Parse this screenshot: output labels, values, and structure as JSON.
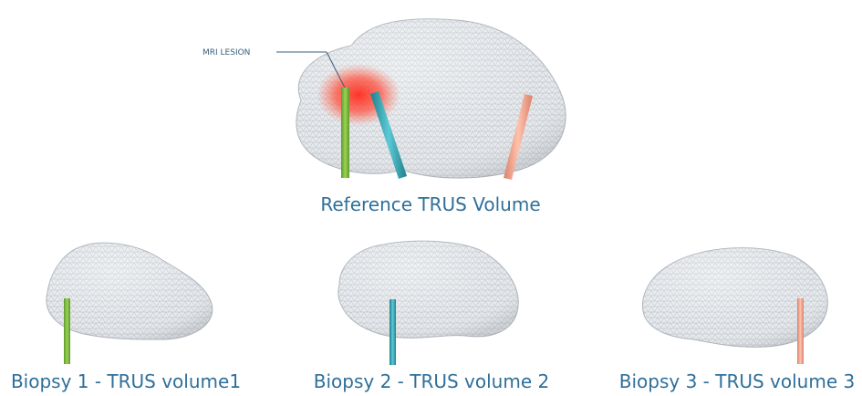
{
  "annotations": {
    "lesion_callout": "MRI LESION"
  },
  "captions": {
    "reference": "Reference TRUS Volume",
    "biopsy1": "Biopsy 1 - TRUS volume1",
    "biopsy2": "Biopsy 2 - TRUS volume 2",
    "biopsy3": "Biopsy 3 - TRUS volume 3"
  },
  "colors": {
    "background": "#ffffff",
    "mesh_fill": "#e6e9ec",
    "mesh_line": "#b9bec4",
    "caption_text": "#2f6f9a",
    "lesion": "#ff3b2f",
    "needle_green": "#7dbb3d",
    "needle_teal": "#3aa8b5",
    "needle_salmon": "#f1a58d"
  }
}
